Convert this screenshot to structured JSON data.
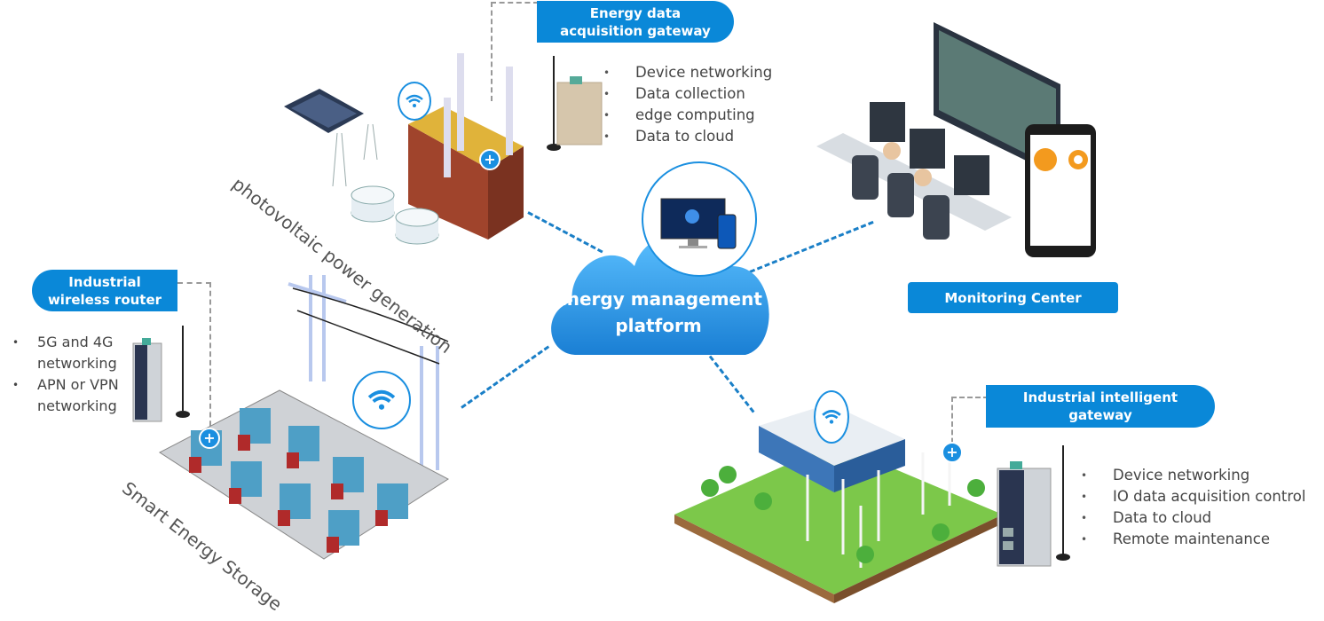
{
  "center": {
    "title_line1": "Energy management",
    "title_line2": "platform"
  },
  "energy_gateway": {
    "label_line1": "Energy data",
    "label_line2": "acquisition gateway",
    "features": [
      "Device networking",
      "Data collection",
      "edge computing",
      "Data to cloud"
    ]
  },
  "wireless_router": {
    "label_line1": "Industrial",
    "label_line2": "wireless router",
    "features": [
      "5G and 4G networking",
      "APN or VPN networking"
    ],
    "features_lines": [
      "5G and 4G",
      "networking",
      "APN or VPN",
      "networking"
    ]
  },
  "intelligent_gateway": {
    "label_line1": "Industrial intelligent",
    "label_line2": "gateway",
    "features": [
      "Device networking",
      "IO data acquisition control",
      "Data to cloud",
      "Remote maintenance"
    ]
  },
  "monitoring_center": {
    "label": "Monitoring Center"
  },
  "scene_labels": {
    "photovoltaic": "photovoltaic power generation",
    "storage": "Smart Energy Storage"
  },
  "colors": {
    "accent": "#0a88d8",
    "cloud": "#3aa7f0",
    "text": "#444444"
  }
}
